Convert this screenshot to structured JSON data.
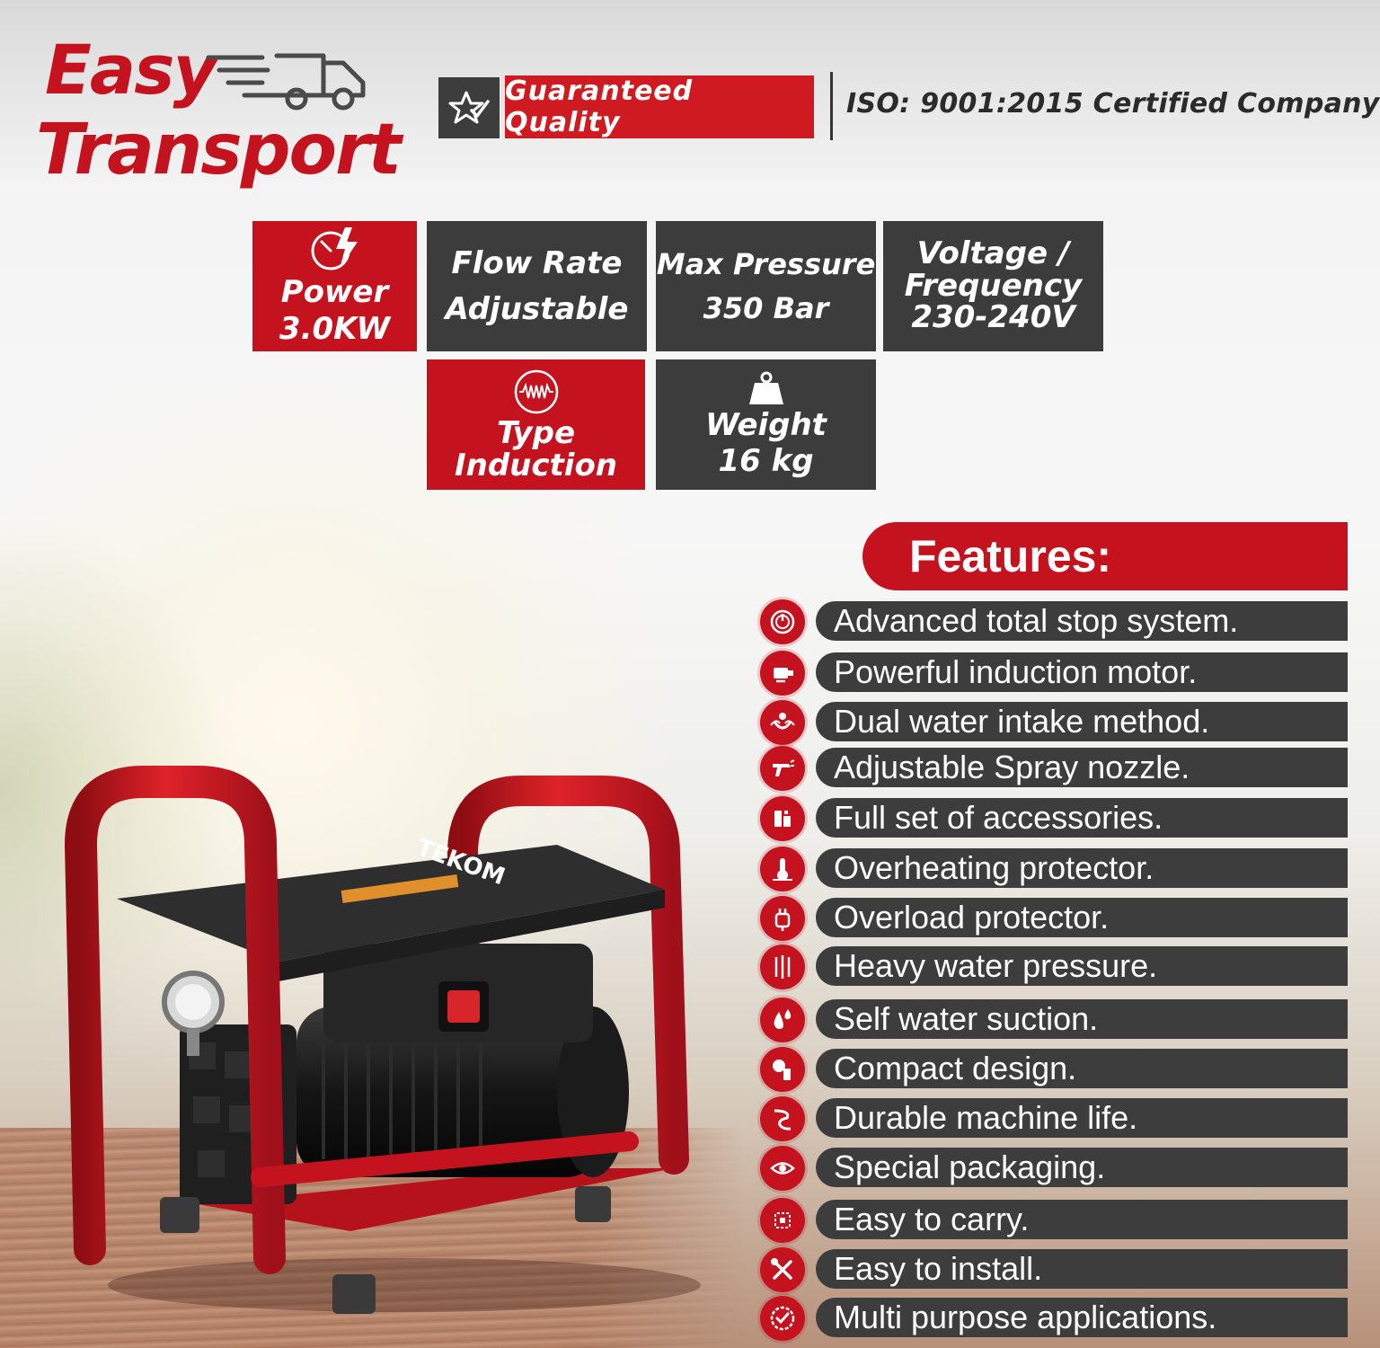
{
  "logo": {
    "line1": "Easy",
    "line2": "Transport"
  },
  "header": {
    "quality_label": "Guaranteed Quality",
    "iso_label": "ISO: 9001:2015 Certified Company"
  },
  "specs": {
    "power": {
      "label": "Power",
      "value": "3.0KW"
    },
    "flow": {
      "label": "Flow Rate",
      "value": "Adjustable"
    },
    "pressure": {
      "label": "Max Pressure",
      "value": "350 Bar"
    },
    "voltage": {
      "label1": "Voltage /",
      "label2": "Frequency",
      "value": "230-240V"
    },
    "type": {
      "label": "Type",
      "value": "Induction"
    },
    "weight": {
      "label": "Weight",
      "value": "16 kg"
    }
  },
  "features": {
    "title": "Features:",
    "items": [
      {
        "text": "Advanced total stop system.",
        "icon": "power-icon"
      },
      {
        "text": "Powerful induction motor.",
        "icon": "motor-icon"
      },
      {
        "text": "Dual water intake method.",
        "icon": "water-intake-icon"
      },
      {
        "text": "Adjustable Spray nozzle.",
        "icon": "spray-gun-icon"
      },
      {
        "text": "Full set of accessories.",
        "icon": "accessories-icon"
      },
      {
        "text": "Overheating protector.",
        "icon": "thermometer-icon"
      },
      {
        "text": "Overload protector.",
        "icon": "plug-icon"
      },
      {
        "text": "Heavy water pressure.",
        "icon": "pressure-icon"
      },
      {
        "text": "Self water suction.",
        "icon": "water-drop-icon"
      },
      {
        "text": "Compact design.",
        "icon": "compact-icon"
      },
      {
        "text": "Durable machine life.",
        "icon": "hose-icon"
      },
      {
        "text": "Special packaging.",
        "icon": "eye-icon"
      },
      {
        "text": "Easy to carry.",
        "icon": "carry-icon"
      },
      {
        "text": "Easy to install.",
        "icon": "tools-icon"
      },
      {
        "text": "Multi purpose applications.",
        "icon": "check-badge-icon"
      }
    ]
  },
  "product": {
    "brand": "TEKOM"
  },
  "colors": {
    "brand_red": "#c4121f",
    "tile_dark": "#3c3c3c",
    "text_dark": "#2b2b2b"
  }
}
